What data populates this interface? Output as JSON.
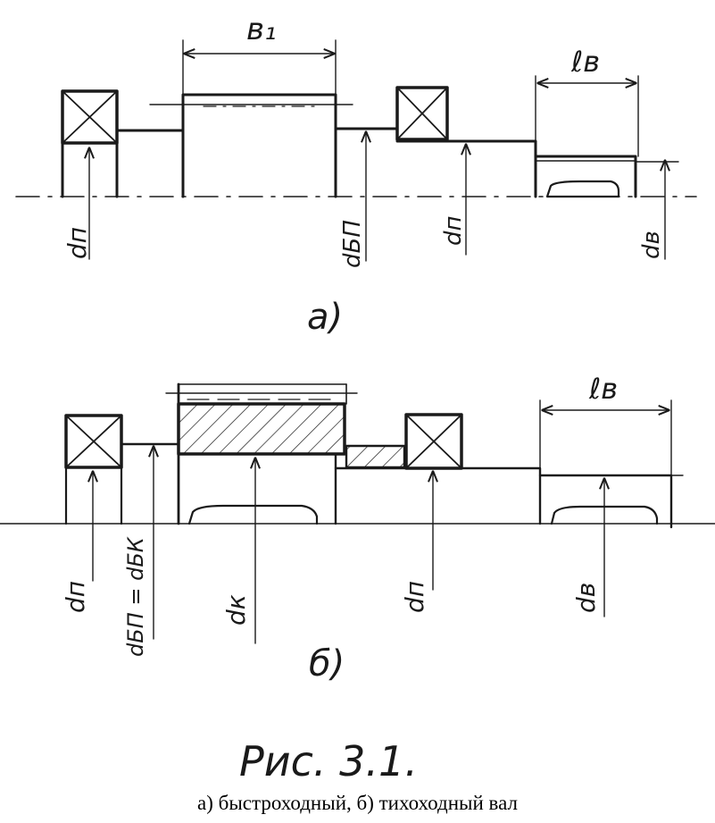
{
  "part_a": {
    "label": "а)",
    "dims": {
      "b1": "в₁",
      "lb": "ℓв",
      "dn": "dп",
      "dbp": "dБП",
      "dn2": "dп",
      "db": "dв"
    }
  },
  "part_b": {
    "label": "б)",
    "dims": {
      "lb": "ℓв",
      "dn": "dп",
      "dbp_dbk": "dБП = dБК",
      "dk": "dк",
      "dn2": "dп",
      "db": "dв"
    }
  },
  "figure_title": "Рис. 3.1.",
  "caption": "а)  быстроходный, б) тихоходный вал"
}
